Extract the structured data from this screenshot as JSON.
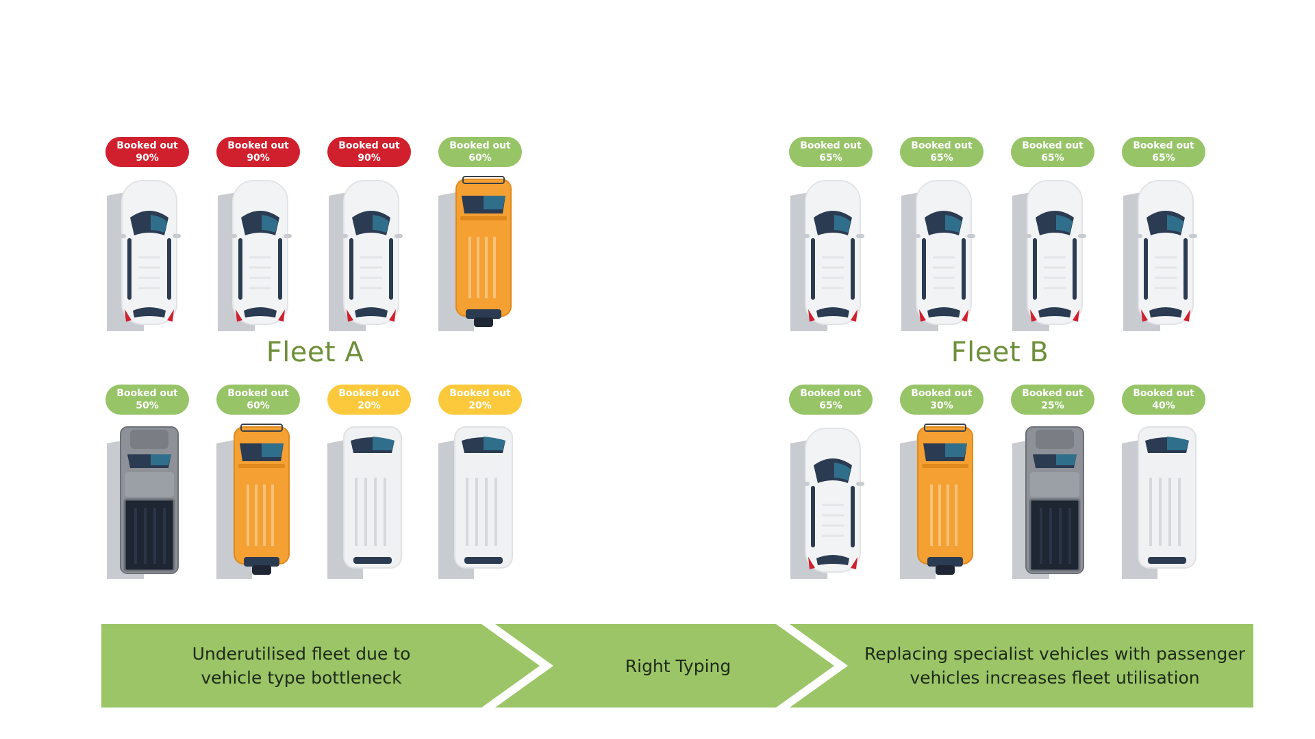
{
  "fleets": {
    "a": {
      "title": "Fleet A"
    },
    "b": {
      "title": "Fleet B"
    }
  },
  "vehicles": [
    {
      "fleet": "A",
      "row": 1,
      "type": "car",
      "line1": "Booked out",
      "line2": "90%",
      "status": "red"
    },
    {
      "fleet": "A",
      "row": 1,
      "type": "car",
      "line1": "Booked out",
      "line2": "90%",
      "status": "red"
    },
    {
      "fleet": "A",
      "row": 1,
      "type": "car",
      "line1": "Booked out",
      "line2": "90%",
      "status": "red"
    },
    {
      "fleet": "A",
      "row": 1,
      "type": "suv",
      "line1": "Booked out",
      "line2": "60%",
      "status": "green"
    },
    {
      "fleet": "A",
      "row": 2,
      "type": "pickup",
      "line1": "Booked out",
      "line2": "50%",
      "status": "green"
    },
    {
      "fleet": "A",
      "row": 2,
      "type": "suv",
      "line1": "Booked out",
      "line2": "60%",
      "status": "green"
    },
    {
      "fleet": "A",
      "row": 2,
      "type": "van",
      "line1": "Booked out",
      "line2": "20%",
      "status": "yellow"
    },
    {
      "fleet": "A",
      "row": 2,
      "type": "van",
      "line1": "Booked out",
      "line2": "20%",
      "status": "yellow"
    },
    {
      "fleet": "B",
      "row": 1,
      "type": "car",
      "line1": "Booked out",
      "line2": "65%",
      "status": "green"
    },
    {
      "fleet": "B",
      "row": 1,
      "type": "car",
      "line1": "Booked out",
      "line2": "65%",
      "status": "green"
    },
    {
      "fleet": "B",
      "row": 1,
      "type": "car",
      "line1": "Booked out",
      "line2": "65%",
      "status": "green"
    },
    {
      "fleet": "B",
      "row": 1,
      "type": "car",
      "line1": "Booked out",
      "line2": "65%",
      "status": "green"
    },
    {
      "fleet": "B",
      "row": 2,
      "type": "car",
      "line1": "Booked out",
      "line2": "65%",
      "status": "green"
    },
    {
      "fleet": "B",
      "row": 2,
      "type": "suv",
      "line1": "Booked out",
      "line2": "30%",
      "status": "green"
    },
    {
      "fleet": "B",
      "row": 2,
      "type": "pickup",
      "line1": "Booked out",
      "line2": "25%",
      "status": "green"
    },
    {
      "fleet": "B",
      "row": 2,
      "type": "van",
      "line1": "Booked out",
      "line2": "40%",
      "status": "green"
    }
  ],
  "banner": {
    "step1": "Underutilised fleet due to\nvehicle type bottleneck",
    "step2": "Right Typing",
    "step3": "Replacing specialist vehicles with passenger\nvehicles increases fleet utilisation"
  },
  "colors": {
    "badge_red": "#d0202e",
    "badge_green": "#96c467",
    "badge_yellow": "#fbc93b",
    "banner_green": "#9bc566",
    "title_green": "#6e8f3a",
    "suv_orange": "#f5a033"
  }
}
